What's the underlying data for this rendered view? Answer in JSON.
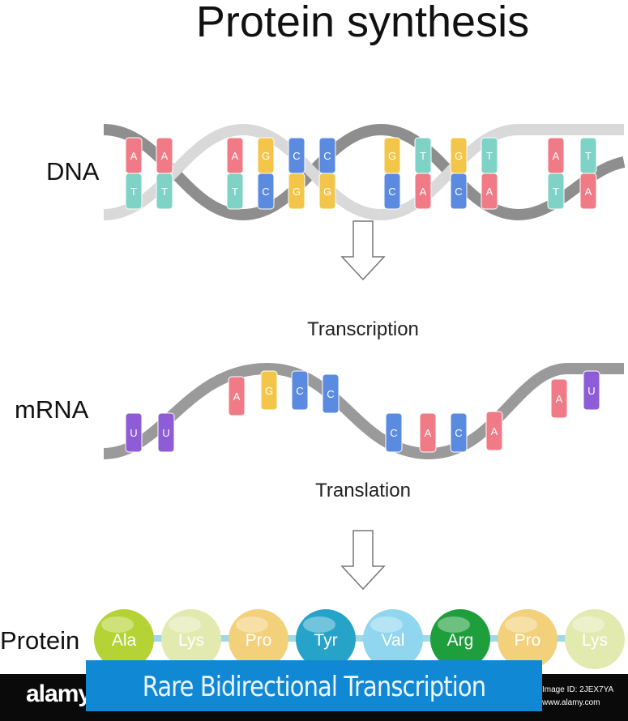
{
  "title": "Protein synthesis",
  "labels": {
    "dna": "DNA",
    "mrna": "mRNA",
    "protein": "Protein",
    "transcription": "Transcription",
    "translation": "Translation"
  },
  "colors": {
    "A": "#f07b86",
    "T": "#7fd3c6",
    "G": "#f3c64a",
    "C": "#5b8be0",
    "U": "#8d5cd6",
    "backbone_light": "#d9d9d9",
    "backbone_dark": "#8e8e8e"
  },
  "dna_pairs": [
    {
      "top": "A",
      "bottom": "T"
    },
    {
      "top": "A",
      "bottom": "T"
    },
    {
      "top": "A",
      "bottom": "T"
    },
    {
      "top": "G",
      "bottom": "C"
    },
    {
      "top": "C",
      "bottom": "G"
    },
    {
      "top": "C",
      "bottom": "G"
    },
    {
      "top": "G",
      "bottom": "C"
    },
    {
      "top": "T",
      "bottom": "A"
    },
    {
      "top": "G",
      "bottom": "C"
    },
    {
      "top": "T",
      "bottom": "A"
    },
    {
      "top": "A",
      "bottom": "T"
    },
    {
      "top": "T",
      "bottom": "A"
    }
  ],
  "mrna_bases": [
    "U",
    "U",
    "A",
    "G",
    "C",
    "C",
    "C",
    "A",
    "C",
    "A",
    "A",
    "U"
  ],
  "amino_acids": [
    {
      "name": "Ala",
      "color": "#b5d334"
    },
    {
      "name": "Lys",
      "color": "#e3eab0"
    },
    {
      "name": "Pro",
      "color": "#f3d07a"
    },
    {
      "name": "Tyr",
      "color": "#27a3c9"
    },
    {
      "name": "Val",
      "color": "#8fd6ee"
    },
    {
      "name": "Arg",
      "color": "#1f9e3c"
    },
    {
      "name": "Pro",
      "color": "#f3d07a"
    },
    {
      "name": "Lys",
      "color": "#e3eab0"
    }
  ],
  "watermark": {
    "logo": "alamy",
    "image_id": "Image ID: 2JEX7YA",
    "site": "www.alamy.com",
    "banner": "Rare Bidirectional Transcription"
  }
}
